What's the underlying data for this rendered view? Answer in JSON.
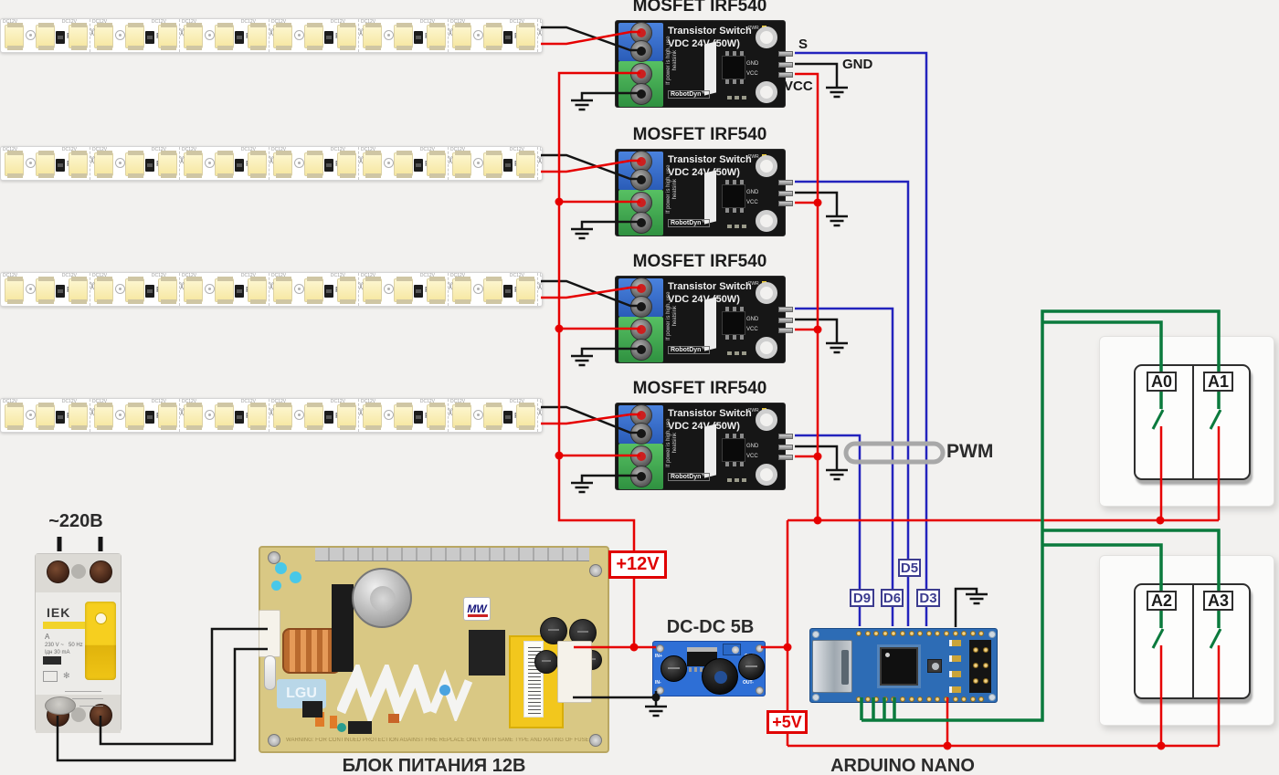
{
  "labels": {
    "mains": "~220В",
    "v12": "+12V",
    "v5": "+5V",
    "pwm": "PWM",
    "s": "S",
    "gnd": "GND",
    "vcc": "VCC"
  },
  "captions": {
    "psu": "БЛОК ПИТАНИЯ 12В",
    "dcdc": "DC-DC 5В",
    "arduino": "ARDUINO NANO"
  },
  "mosfet": {
    "title": "MOSFET IRF540",
    "count": 4,
    "line1": "Transistor Switch",
    "line2": "VDC 24V (50W)",
    "note1": "If power is high,",
    "note2": "use heatsink",
    "brand": "RobotDyn™",
    "pin_gnd": "GND",
    "pin_vcc": "VCC",
    "pwr": "PWR"
  },
  "arduino_pins": [
    "D9",
    "D6",
    "D5",
    "D3"
  ],
  "switch_labels": [
    [
      "A0",
      "A1"
    ],
    [
      "A2",
      "A3"
    ]
  ],
  "breaker": {
    "brand": "IEK",
    "rating": "A",
    "volt": "230 V ~",
    "freq": "50 Hz",
    "current": "Iдн 30 mA"
  },
  "psu": {
    "logo": "MW",
    "module": "LGU",
    "warning": "WARNING: FOR CONTINUED PROTECTION AGAINST FIRE REPLACE ONLY WITH SAME TYPE AND RATING OF FUSE"
  },
  "dcdc_pads": [
    "IN+",
    "IN-",
    "OUT+",
    "OUT-"
  ],
  "led_strip": {
    "marking": "DC12V",
    "resistor": "R",
    "rows": 4,
    "segments_per_row": 7
  },
  "colors": {
    "wire_red": "#e60000",
    "wire_blue": "#2323bd",
    "wire_green": "#0b7a3d",
    "wire_black": "#141414",
    "pwm_grey": "#a8a8a8",
    "label_red": "#e00000",
    "d_label": "#3c3c8f",
    "background": "#f2f1ef"
  }
}
